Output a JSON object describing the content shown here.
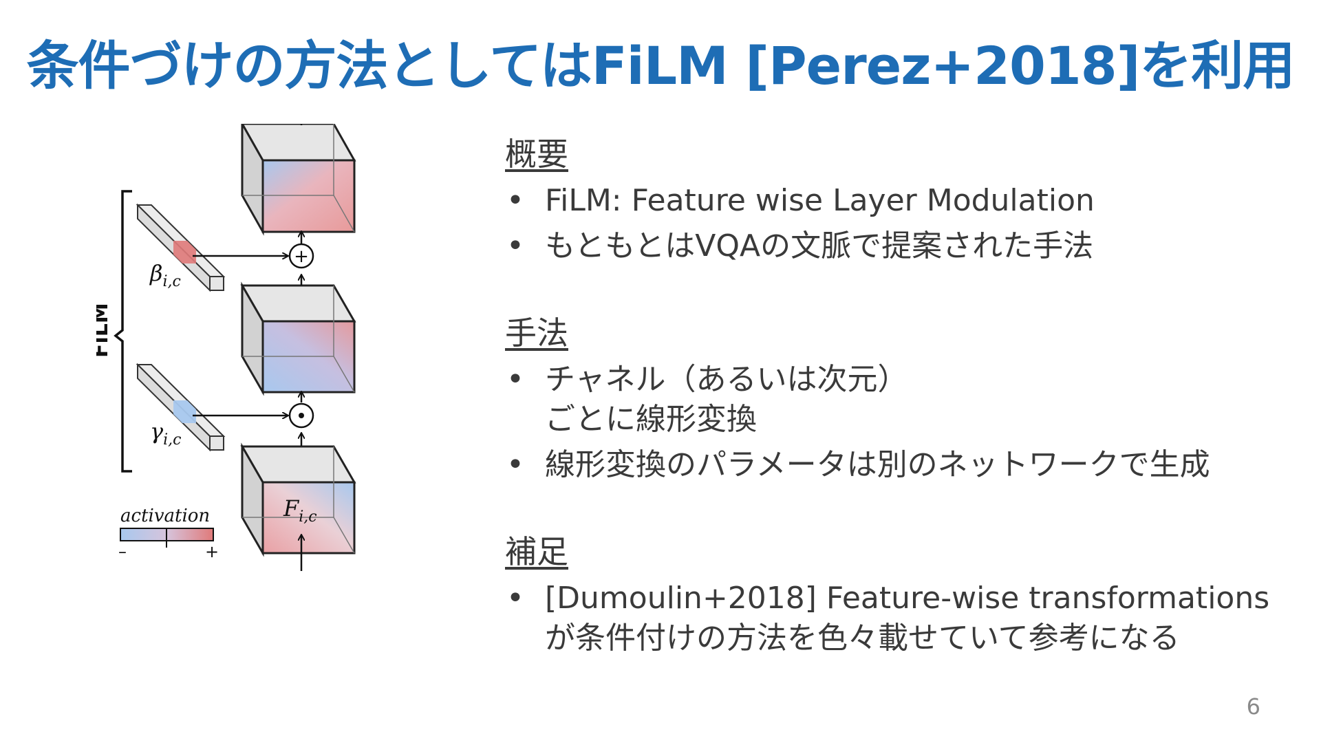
{
  "slide": {
    "title": "条件づけの方法としてはFiLM [Perez+2018]を利用",
    "page_number": "6"
  },
  "figure": {
    "film_label": "FiLM",
    "beta_label": "β",
    "beta_subscript": "i,c",
    "gamma_label": "γ",
    "gamma_subscript": "i,c",
    "feature_label": "F",
    "feature_subscript": "i,c",
    "add_symbol": "+",
    "multiply_symbol": "⊙",
    "legend_title": "activation",
    "legend_minus": "–",
    "legend_plus": "+",
    "colors": {
      "red": "#e07a7a",
      "blue": "#a8c8ee",
      "gray": "#cfcfcf"
    }
  },
  "sections": [
    {
      "heading": "概要",
      "bullets": [
        {
          "lines": [
            "FiLM: Feature wise  Layer Modulation"
          ]
        },
        {
          "lines": [
            "もともとはVQAの文脈で提案された手法"
          ]
        }
      ]
    },
    {
      "heading": "手法",
      "bullets": [
        {
          "lines": [
            "チャネル（あるいは次元）",
            "ごとに線形変換"
          ]
        },
        {
          "lines": [
            "線形変換のパラメータは別のネットワークで生成"
          ]
        }
      ]
    },
    {
      "heading": "補足",
      "bullets": [
        {
          "lines": [
            "[Dumoulin+2018] Feature-wise transformations",
            "が条件付けの方法を色々載せていて参考になる"
          ]
        }
      ]
    }
  ],
  "bullet_symbol": "•"
}
